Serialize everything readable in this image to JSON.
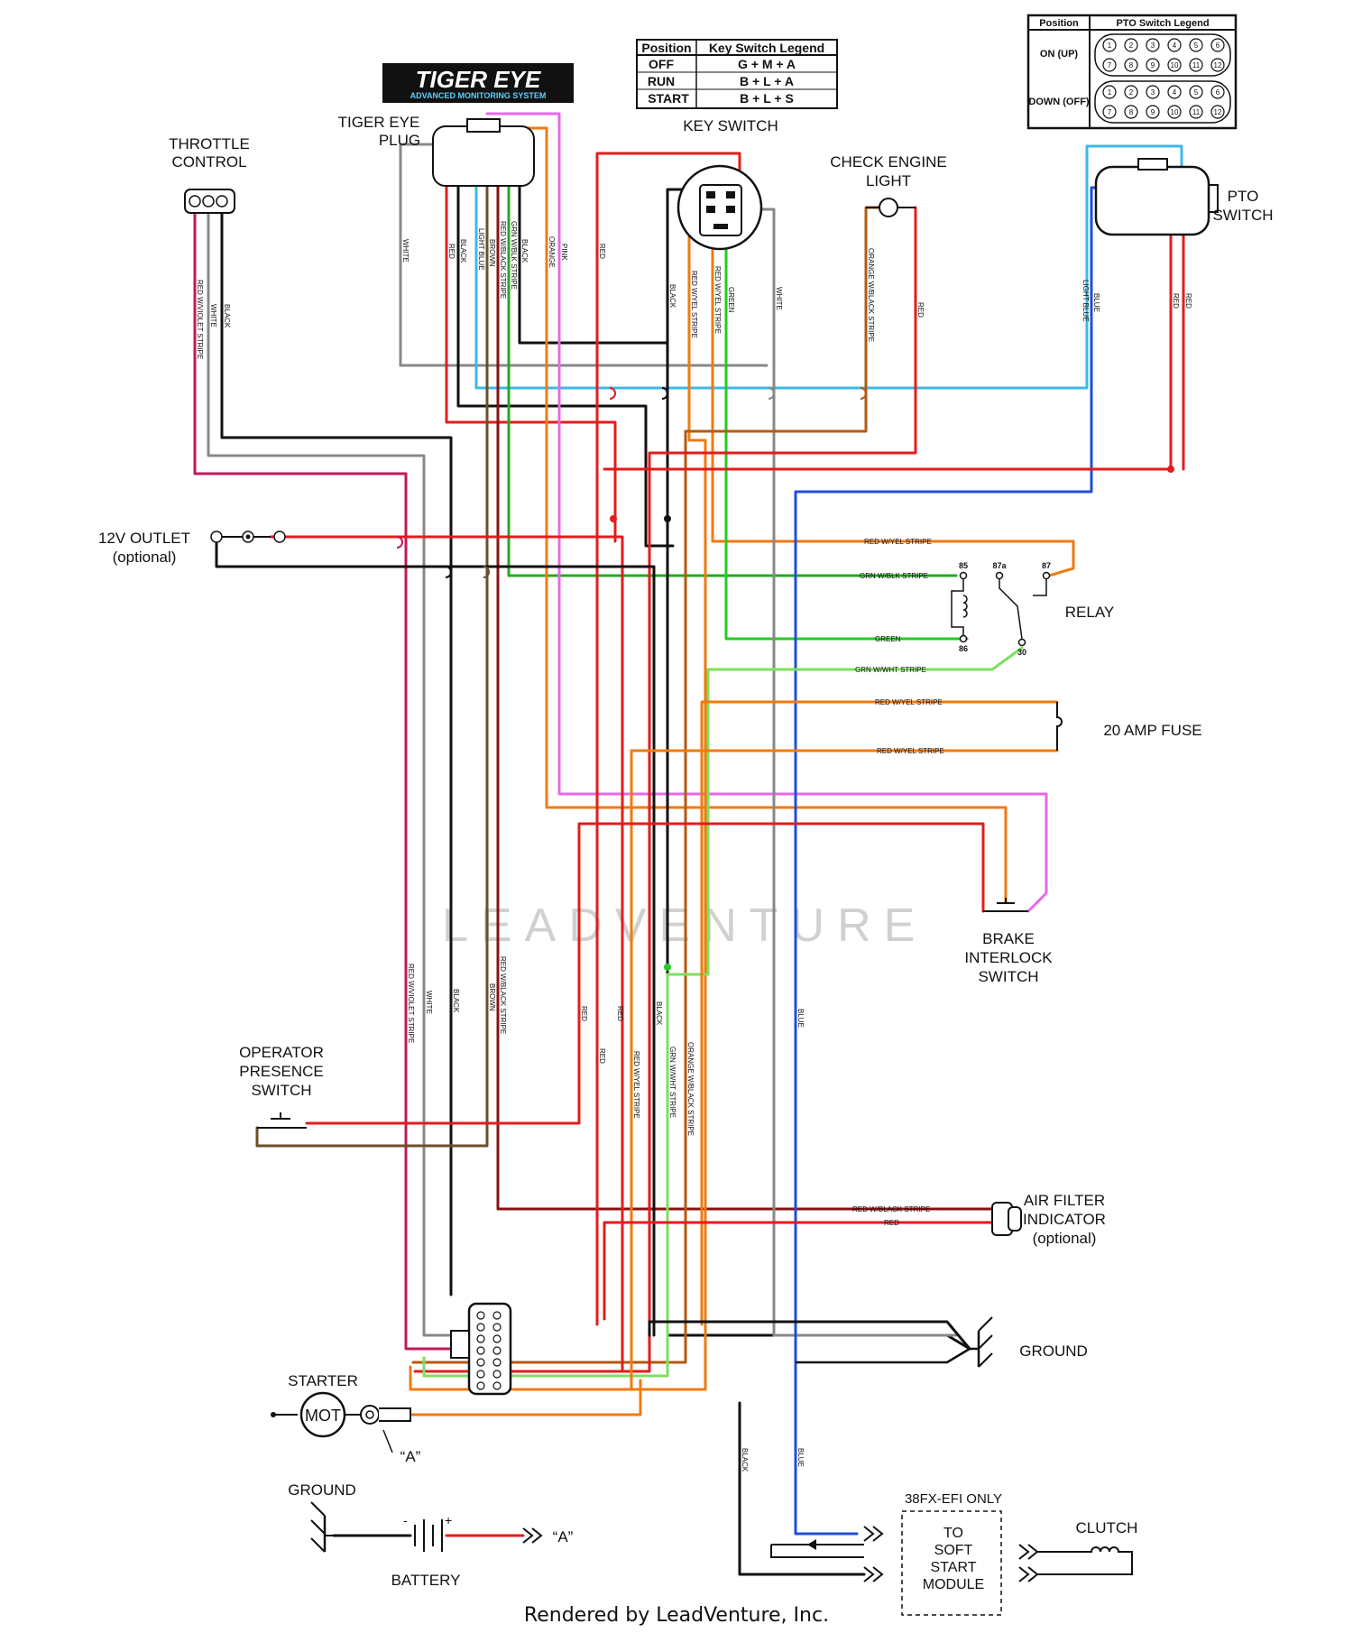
{
  "logo": {
    "title": "TIGER EYE",
    "subtitle": "ADVANCED MONITORING SYSTEM"
  },
  "watermark": "LEADVENTURE",
  "footer": "Rendered by LeadVenture, Inc.",
  "components": {
    "tiger_eye_plug": [
      "TIGER EYE",
      "PLUG"
    ],
    "throttle_control": [
      "THROTTLE",
      "CONTROL"
    ],
    "key_switch": "KEY SWITCH",
    "check_engine_light": [
      "CHECK ENGINE",
      "LIGHT"
    ],
    "pto_switch": [
      "PTO",
      "SWITCH"
    ],
    "outlet_12v": [
      "12V OUTLET",
      "(optional)"
    ],
    "relay": "RELAY",
    "fuse": "20 AMP FUSE",
    "brake_interlock": [
      "BRAKE",
      "INTERLOCK",
      "SWITCH"
    ],
    "operator_presence": [
      "OPERATOR",
      "PRESENCE",
      "SWITCH"
    ],
    "air_filter": [
      "AIR FILTER",
      "INDICATOR",
      "(optional)"
    ],
    "ground_right": "GROUND",
    "starter": "STARTER",
    "starter_mot": "MOT",
    "starter_terminal": "“A”",
    "ground_left": "GROUND",
    "battery": "BATTERY",
    "battery_terminal": "“A”",
    "battery_minus": "-",
    "battery_plus": "+",
    "efi_only": "38FX-EFI ONLY",
    "soft_start": [
      "TO",
      "SOFT",
      "START",
      "MODULE"
    ],
    "clutch": "CLUTCH"
  },
  "key_switch_legend": {
    "headers": [
      "Position",
      "Key Switch Legend"
    ],
    "rows": [
      [
        "OFF",
        "G + M + A"
      ],
      [
        "RUN",
        "B + L + A"
      ],
      [
        "START",
        "B + L + S"
      ]
    ]
  },
  "pto_legend": {
    "headers": [
      "Position",
      "PTO Switch Legend"
    ],
    "rows": [
      {
        "position": "ON (UP)",
        "top": [
          "1",
          "2",
          "3",
          "4",
          "5",
          "6"
        ],
        "bottom": [
          "7",
          "8",
          "9",
          "10",
          "11",
          "12"
        ]
      },
      {
        "position": "DOWN (OFF)",
        "top": [
          "1",
          "2",
          "3",
          "4",
          "5",
          "6"
        ],
        "bottom": [
          "7",
          "8",
          "9",
          "10",
          "11",
          "12"
        ]
      }
    ]
  },
  "relay_pins": {
    "p85": "85",
    "p87a": "87a",
    "p87": "87",
    "p86": "86",
    "p30": "30"
  },
  "wire_labels": {
    "throttle": [
      "RED W/VIOLET STRIPE",
      "WHITE",
      "BLACK"
    ],
    "plug": [
      "WHITE",
      "RED",
      "BLACK",
      "LIGHT BLUE",
      "BROWN",
      "RED W/BLACK STRIPE",
      "GRN W/BLK STRIPE",
      "BLACK",
      "ORANGE",
      "PINK"
    ],
    "red_main": "RED",
    "key": [
      "BLACK",
      "RED W/YEL STRIPE",
      "RED W/YEL STRIPE",
      "GREEN",
      "WHITE"
    ],
    "check_engine": [
      "ORANGE W/BLACK STRIPE",
      "RED"
    ],
    "pto": [
      "BLUE",
      "LIGHT BLUE",
      "RED",
      "RED"
    ],
    "relay_87": "RED W/YEL STRIPE",
    "relay_85": "GRN W/BLK STRIPE",
    "relay_86": "GREEN",
    "relay_30": "GRN W/WHT STRIPE",
    "fuse_top": "RED W/YEL STRIPE",
    "fuse_bottom": "RED W/YEL STRIPE",
    "lower": [
      "RED W/VIOLET STRIPE",
      "WHITE",
      "BLACK",
      "RED W/BLACK STRIPE",
      "BROWN",
      "RED",
      "RED",
      "RED",
      "RED W/YEL STRIPE",
      "BLACK",
      "GRN W/WHT STRIPE",
      "ORANGE W/BLACK STRIPE",
      "BLUE"
    ],
    "air_filter": [
      "RED W/BLACK STRIPE",
      "RED"
    ],
    "bottom": [
      "BLACK",
      "BLUE"
    ]
  }
}
